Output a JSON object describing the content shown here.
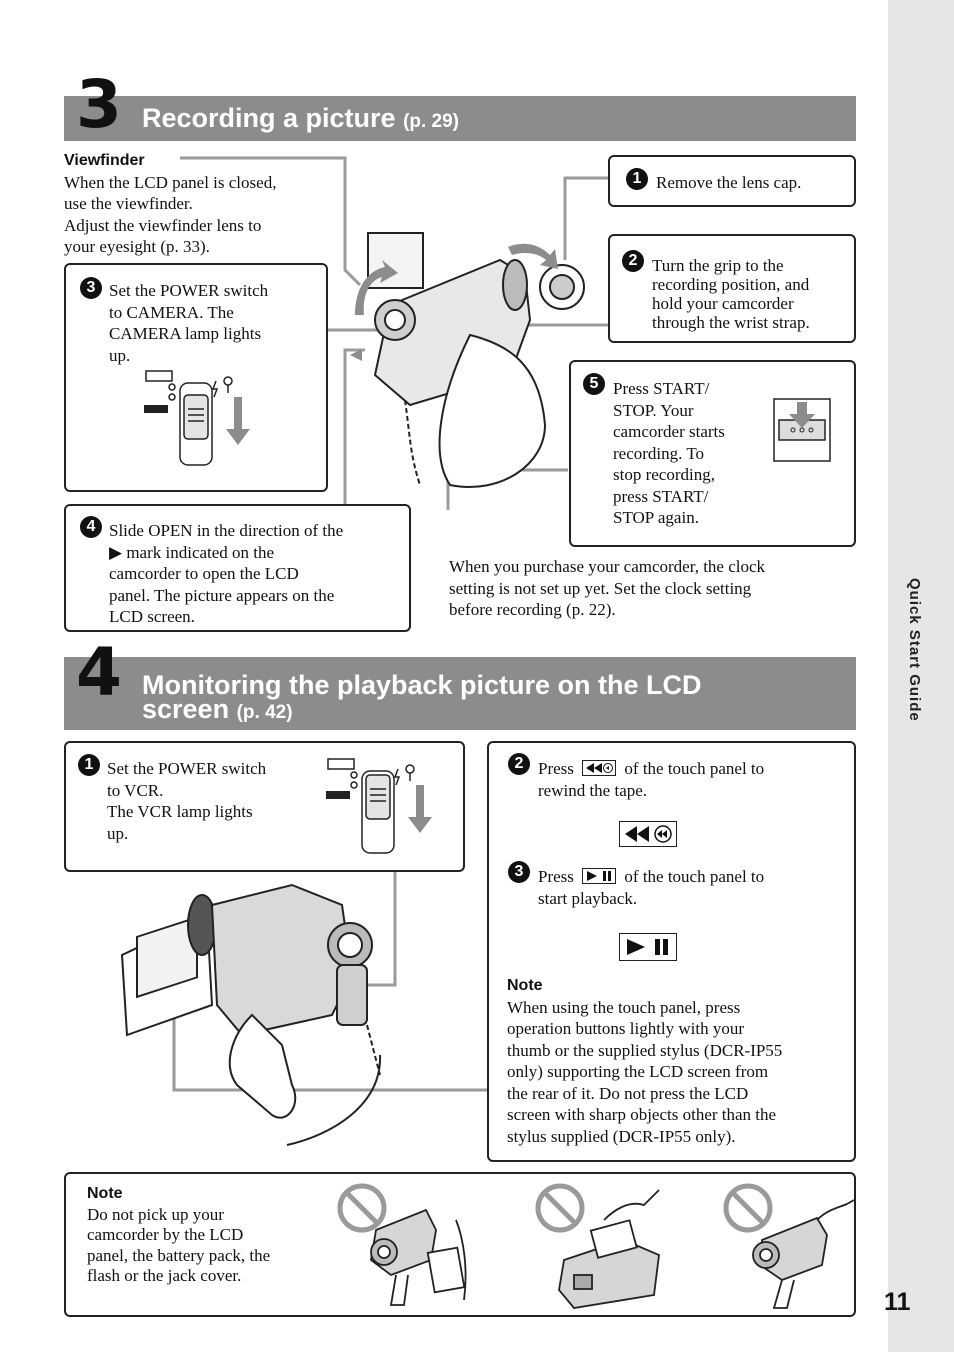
{
  "sidebar": {
    "label": "Quick Start Guide",
    "page_number": "11"
  },
  "section3": {
    "number": "3",
    "title": "Recording a picture",
    "ref": "(p. 29)",
    "viewfinder": {
      "heading": "Viewfinder",
      "line1": "When the LCD panel is closed,",
      "line2": "use the viewfinder.",
      "line3": "Adjust the viewfinder lens to",
      "line4": "your eyesight (p. 33)."
    },
    "step1": {
      "num": "1",
      "text": "Remove the lens cap."
    },
    "step2": {
      "num": "2",
      "line1": "Turn the grip to the",
      "line2": "recording position, and",
      "line3": "hold your camcorder",
      "line4": "through the wrist strap."
    },
    "step3": {
      "num": "3",
      "line1": "Set the POWER switch",
      "line2": "to CAMERA. The",
      "line3": "CAMERA lamp lights",
      "line4": "up."
    },
    "step4": {
      "num": "4",
      "line1": "Slide OPEN in the direction of the",
      "line2": "▶ mark indicated on the",
      "line3": "camcorder to open the LCD",
      "line4": "panel. The picture appears on the",
      "line5": "LCD screen."
    },
    "step5": {
      "num": "5",
      "line1": "Press START/",
      "line2": "STOP. Your",
      "line3": "camcorder starts",
      "line4": "recording. To",
      "line5": "stop recording,",
      "line6": "press START/",
      "line7": "STOP again."
    },
    "clock_note": {
      "line1": "When you purchase your camcorder, the clock",
      "line2": "setting is not set up yet. Set the clock setting",
      "line3": "before recording (p. 22)."
    }
  },
  "section4": {
    "number": "4",
    "title_line1": "Monitoring the playback picture on the LCD",
    "title_line2": "screen",
    "ref": "(p. 42)",
    "step1": {
      "num": "1",
      "line1": "Set the POWER switch",
      "line2": "to VCR.",
      "line3": "The VCR lamp lights",
      "line4": "up."
    },
    "step2": {
      "num": "2",
      "pre": "Press",
      "post": "of the touch panel to",
      "line2": "rewind the tape."
    },
    "step3": {
      "num": "3",
      "pre": "Press",
      "post": "of the touch panel to",
      "line2": "start playback."
    },
    "note": {
      "heading": "Note",
      "line1": "When using the touch panel, press",
      "line2": "operation buttons lightly with your",
      "line3": "thumb or the supplied stylus (DCR-IP55",
      "line4": "only) supporting the LCD screen from",
      "line5": "the rear of it. Do not press the LCD",
      "line6": "screen with sharp objects other than the",
      "line7": "stylus supplied (DCR-IP55 only)."
    }
  },
  "bottom_note": {
    "heading": "Note",
    "line1": "Do not pick up your",
    "line2": "camcorder by the LCD",
    "line3": "panel, the battery pack, the",
    "line4": "flash or the jack cover."
  },
  "colors": {
    "band": "#8c8c8c",
    "sidebar": "#e6e6e6",
    "prohibit": "#9a9a9a"
  }
}
